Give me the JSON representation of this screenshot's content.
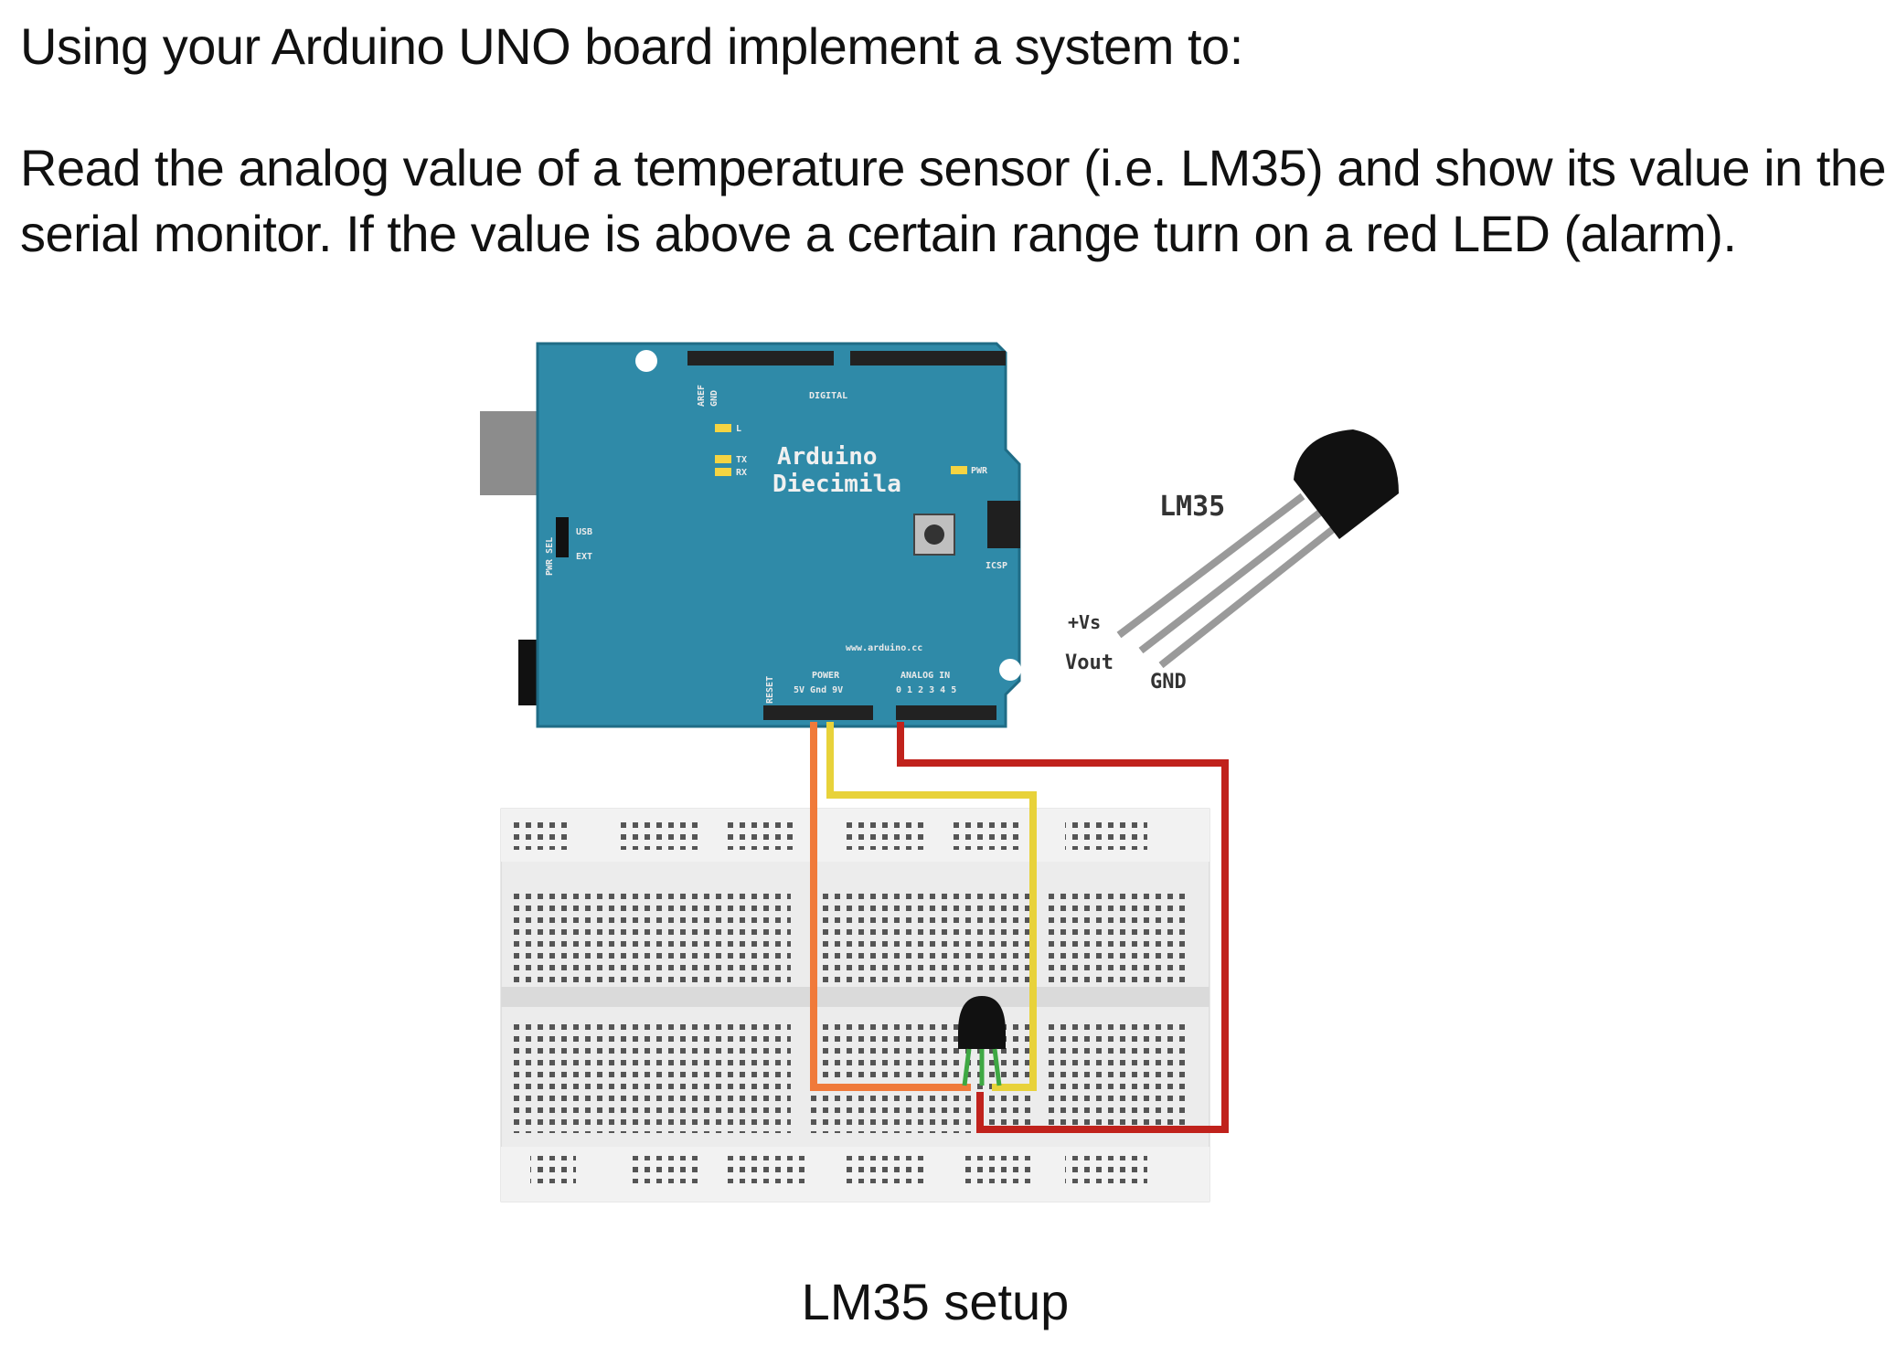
{
  "document": {
    "heading": "Using your Arduino UNO board implement a system to:",
    "task_line_1": "Read the analog value of a temperature sensor (i.e.  LM35) and show its value in the",
    "task_line_2": "serial monitor. If the value is above a certain range turn on a red LED (alarm).",
    "caption": "LM35 setup"
  },
  "figure": {
    "board": {
      "name_line_1": "Arduino",
      "name_line_2": "Diecimila",
      "digital_label": "DIGITAL",
      "power_label": "POWER",
      "analog_label": "ANALOG IN",
      "power_pins": "5V Gnd 9V",
      "analog_pins": "0 1 2 3 4 5",
      "website": "www.arduino.cc",
      "icsp_label": "ICSP",
      "reset_label": "RESET",
      "pwr_sel_label": "PWR SEL",
      "usb_label": "USB",
      "ext_label": "EXT",
      "tx_label": "TX",
      "rx_label": "RX",
      "l_label": "L",
      "pwr_label": "PWR",
      "aref_label": "AREF",
      "gnd_label": "GND"
    },
    "sensor": {
      "name": "LM35",
      "pin_vs": "+Vs",
      "pin_vout": "Vout",
      "pin_gnd": "GND"
    },
    "colors": {
      "board_blue": "#2f8aa8",
      "wire_orange": "#f07a3a",
      "wire_yellow": "#e8d23a",
      "wire_red": "#c0221c",
      "breadboard": "#e9e9e9"
    }
  }
}
